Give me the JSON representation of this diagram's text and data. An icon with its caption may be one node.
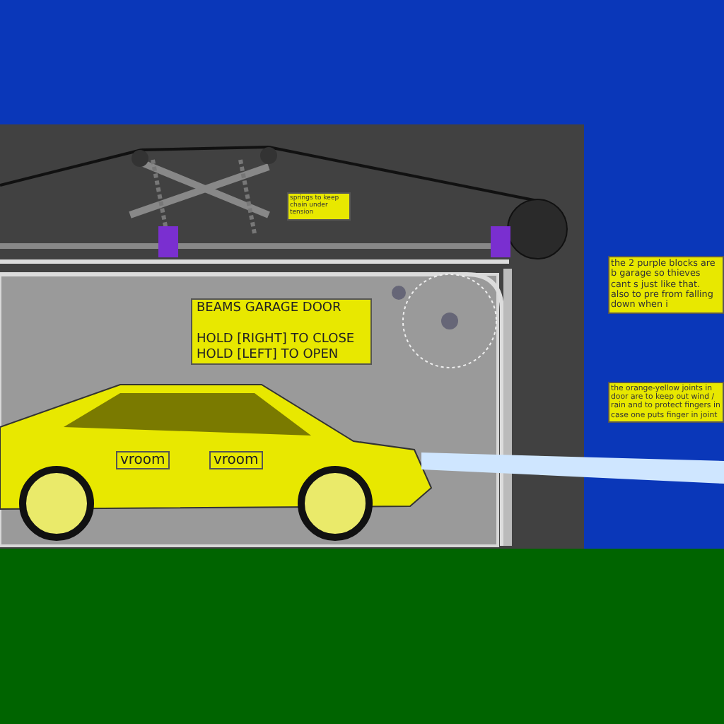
{
  "diagram": {
    "labels": [
      "springs to keep chain under tension",
      "BEAMS GARAGE DOOR",
      "HOLD [RIGHT] TO CLOSE",
      "HOLD [LEFT] TO OPEN",
      "vroom",
      "vroom",
      "the 2 purple blocks are b garage so thieves cant s just like that. also to pre from falling down when i",
      "the orange-yellow joints in door are to keep out wind / rain and to protect fingers in case one puts finger in joint"
    ]
  }
}
